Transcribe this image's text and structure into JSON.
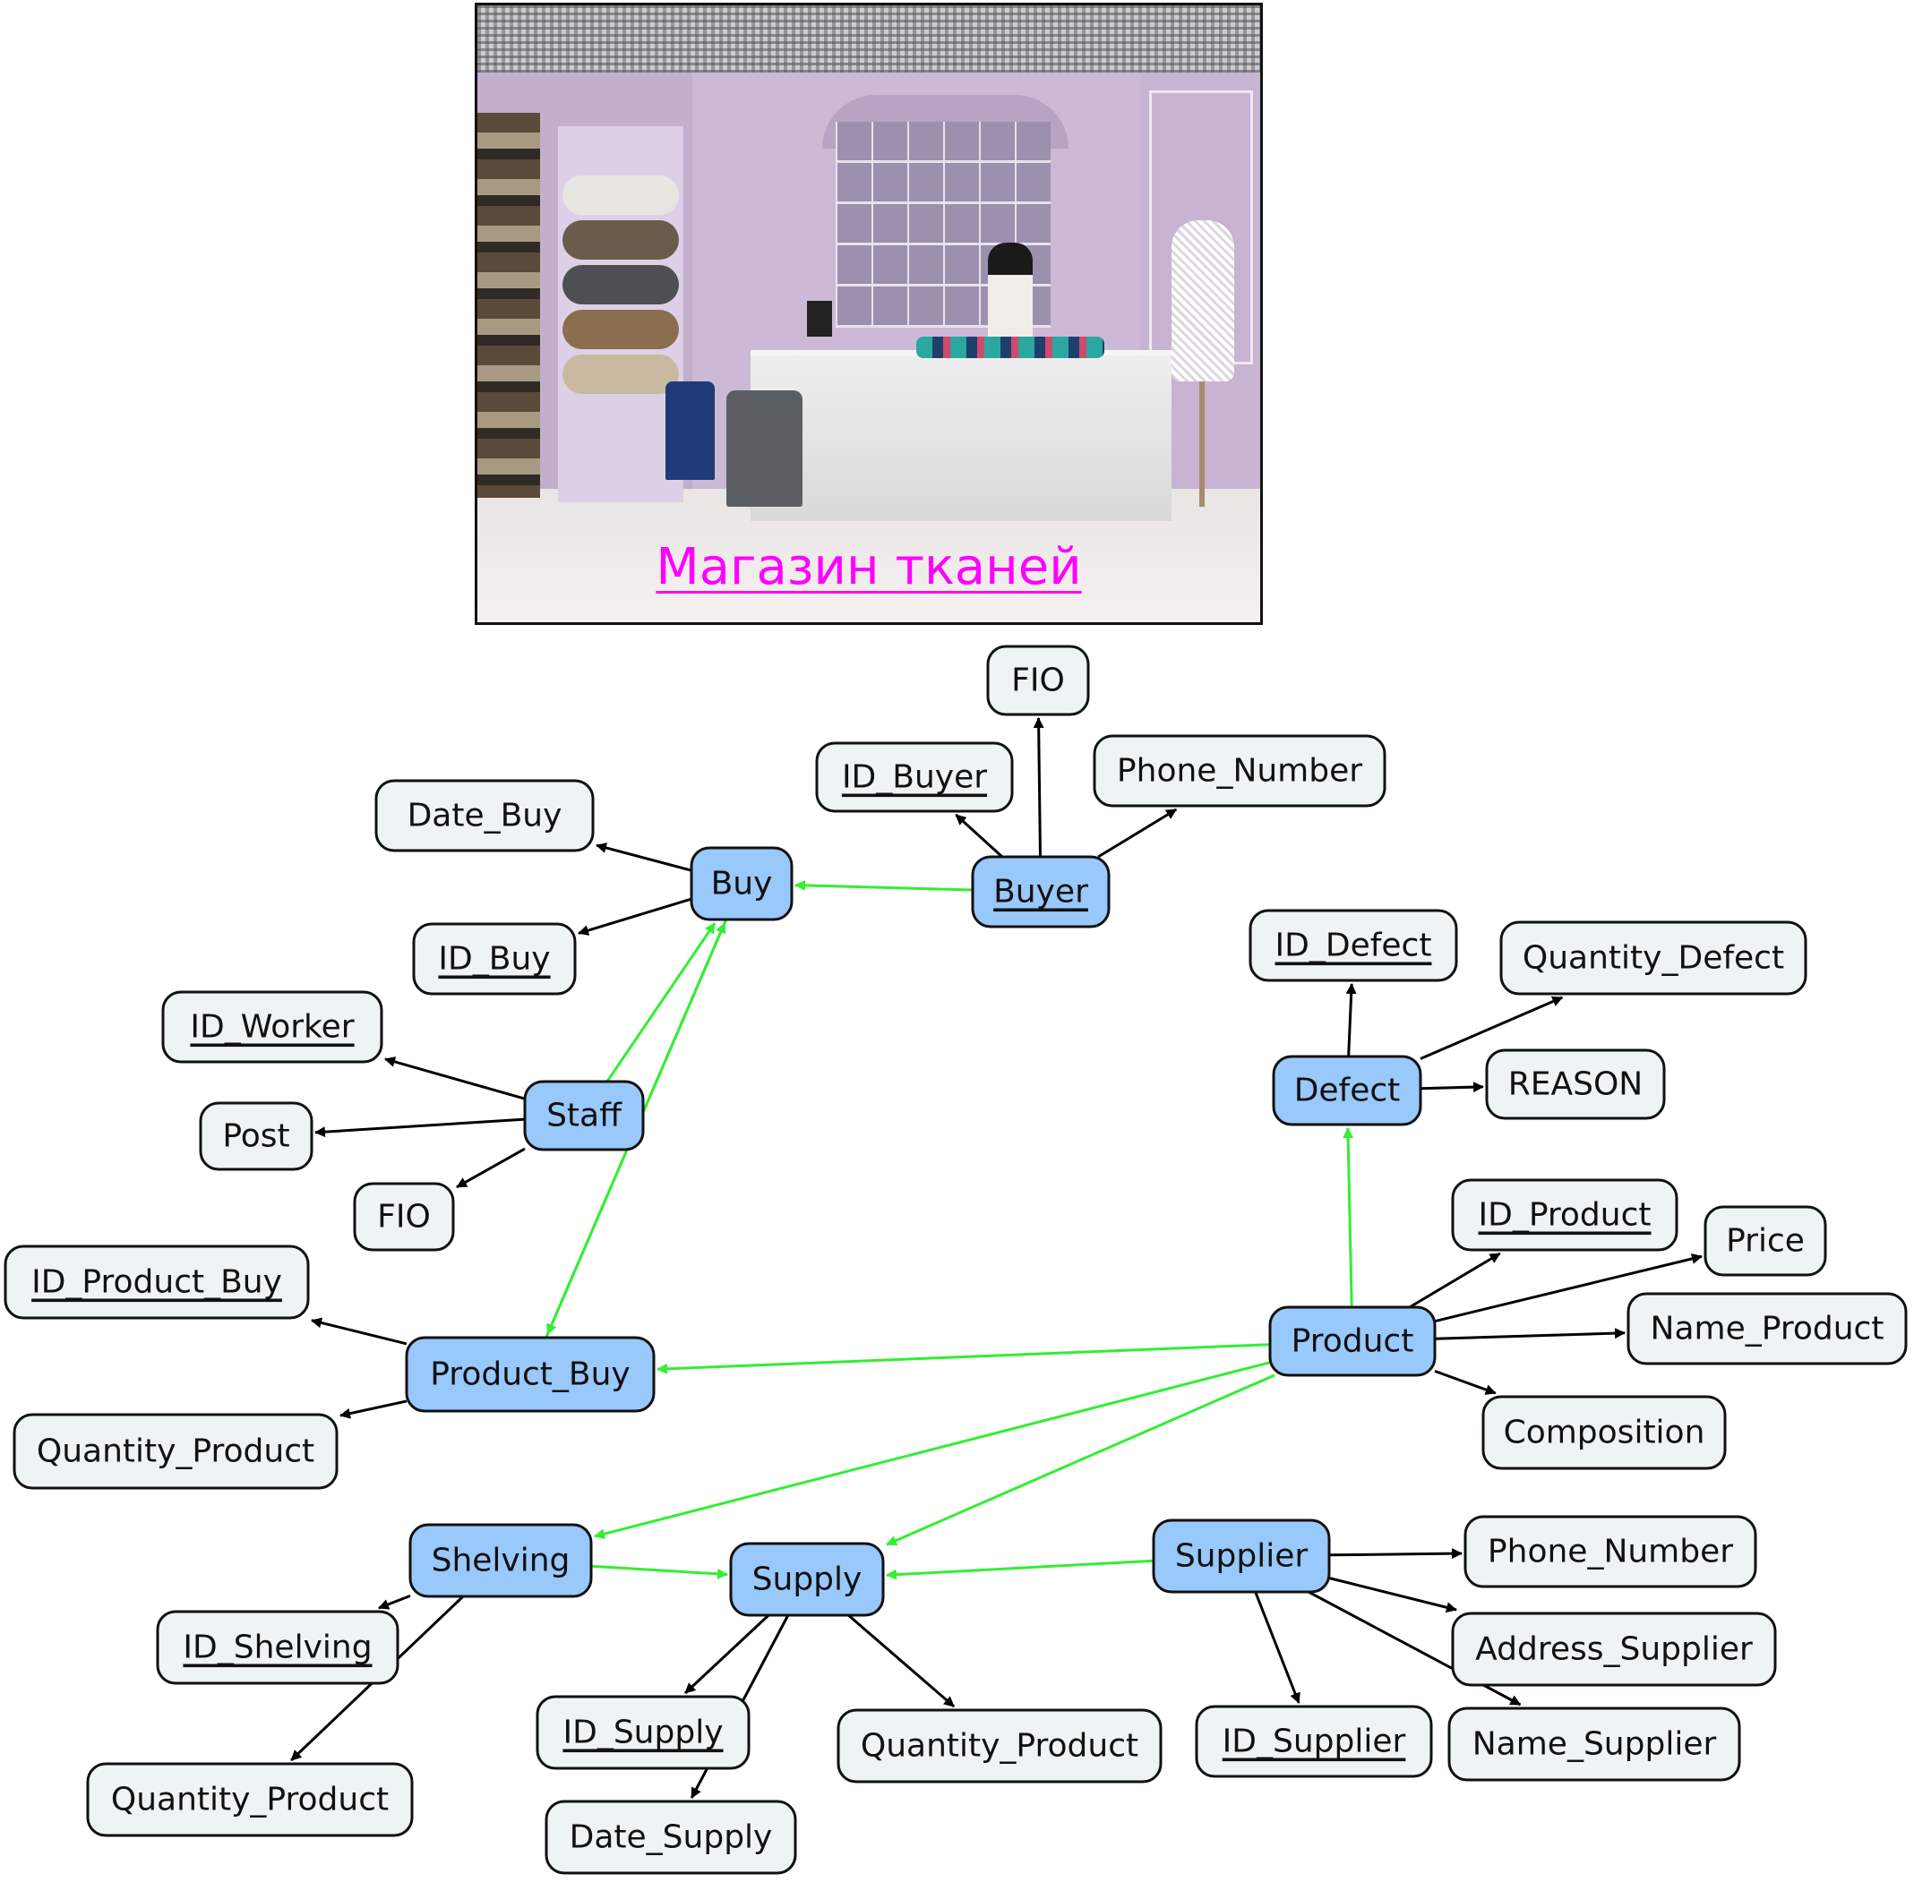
{
  "photo": {
    "caption": "Магазин тканей",
    "caption_color": "#ff00ff",
    "description_colors": {
      "wall": "#cbb9d6",
      "border": "#111111"
    }
  },
  "colors": {
    "entity_fill": "#99c8fb",
    "attribute_fill": "#eef3f4",
    "relation_edge": "#33ee33",
    "attribute_edge": "#000000"
  },
  "nodes": [
    {
      "id": "fio_buyer",
      "label": "FIO",
      "kind": "attribute",
      "key": false
    },
    {
      "id": "id_buyer",
      "label": "ID_Buyer",
      "kind": "attribute",
      "key": true
    },
    {
      "id": "phone_buyer",
      "label": "Phone_Number",
      "kind": "attribute",
      "key": false
    },
    {
      "id": "date_buy",
      "label": "Date_Buy",
      "kind": "attribute",
      "key": false
    },
    {
      "id": "buy",
      "label": "Buy",
      "kind": "entity",
      "key": false
    },
    {
      "id": "buyer",
      "label": "Buyer",
      "kind": "entity",
      "key": true
    },
    {
      "id": "id_buy",
      "label": "ID_Buy",
      "kind": "attribute",
      "key": true
    },
    {
      "id": "id_defect",
      "label": "ID_Defect",
      "kind": "attribute",
      "key": true
    },
    {
      "id": "quantity_defect",
      "label": "Quantity_Defect",
      "kind": "attribute",
      "key": false
    },
    {
      "id": "id_worker",
      "label": "ID_Worker",
      "kind": "attribute",
      "key": true
    },
    {
      "id": "defect",
      "label": "Defect",
      "kind": "entity",
      "key": false
    },
    {
      "id": "reason",
      "label": "REASON",
      "kind": "attribute",
      "key": false
    },
    {
      "id": "staff",
      "label": "Staff",
      "kind": "entity",
      "key": false
    },
    {
      "id": "post",
      "label": "Post",
      "kind": "attribute",
      "key": false
    },
    {
      "id": "fio_staff",
      "label": "FIO",
      "kind": "attribute",
      "key": false
    },
    {
      "id": "id_product",
      "label": "ID_Product",
      "kind": "attribute",
      "key": true
    },
    {
      "id": "price",
      "label": "Price",
      "kind": "attribute",
      "key": false
    },
    {
      "id": "id_product_buy",
      "label": "ID_Product_Buy",
      "kind": "attribute",
      "key": true
    },
    {
      "id": "name_product",
      "label": "Name_Product",
      "kind": "attribute",
      "key": false
    },
    {
      "id": "product",
      "label": "Product",
      "kind": "entity",
      "key": false
    },
    {
      "id": "product_buy",
      "label": "Product_Buy",
      "kind": "entity",
      "key": false
    },
    {
      "id": "composition",
      "label": "Composition",
      "kind": "attribute",
      "key": false
    },
    {
      "id": "quantity_product_pb",
      "label": "Quantity_Product",
      "kind": "attribute",
      "key": false
    },
    {
      "id": "shelving",
      "label": "Shelving",
      "kind": "entity",
      "key": false
    },
    {
      "id": "supply",
      "label": "Supply",
      "kind": "entity",
      "key": false
    },
    {
      "id": "supplier",
      "label": "Supplier",
      "kind": "entity",
      "key": false
    },
    {
      "id": "phone_supplier",
      "label": "Phone_Number",
      "kind": "attribute",
      "key": false
    },
    {
      "id": "id_shelving",
      "label": "ID_Shelving",
      "kind": "attribute",
      "key": true
    },
    {
      "id": "address_supplier",
      "label": "Address_Supplier",
      "kind": "attribute",
      "key": false
    },
    {
      "id": "id_supply",
      "label": "ID_Supply",
      "kind": "attribute",
      "key": true
    },
    {
      "id": "quantity_product_supply",
      "label": "Quantity_Product",
      "kind": "attribute",
      "key": false
    },
    {
      "id": "id_supplier",
      "label": "ID_Supplier",
      "kind": "attribute",
      "key": true
    },
    {
      "id": "name_supplier",
      "label": "Name_Supplier",
      "kind": "attribute",
      "key": false
    },
    {
      "id": "quantity_product_shelving",
      "label": "Quantity_Product",
      "kind": "attribute",
      "key": false
    },
    {
      "id": "date_supply",
      "label": "Date_Supply",
      "kind": "attribute",
      "key": false
    }
  ],
  "edges": [
    {
      "from": "buyer",
      "to": "buy",
      "type": "relation"
    },
    {
      "from": "buyer",
      "to": "fio_buyer",
      "type": "attribute"
    },
    {
      "from": "buyer",
      "to": "id_buyer",
      "type": "attribute"
    },
    {
      "from": "buyer",
      "to": "phone_buyer",
      "type": "attribute"
    },
    {
      "from": "buy",
      "to": "date_buy",
      "type": "attribute"
    },
    {
      "from": "buy",
      "to": "id_buy",
      "type": "attribute"
    },
    {
      "from": "staff",
      "to": "buy",
      "type": "relation"
    },
    {
      "from": "buy",
      "to": "product_buy",
      "type": "relation"
    },
    {
      "from": "staff",
      "to": "id_worker",
      "type": "attribute"
    },
    {
      "from": "staff",
      "to": "post",
      "type": "attribute"
    },
    {
      "from": "staff",
      "to": "fio_staff",
      "type": "attribute"
    },
    {
      "from": "defect",
      "to": "id_defect",
      "type": "attribute"
    },
    {
      "from": "defect",
      "to": "quantity_defect",
      "type": "attribute"
    },
    {
      "from": "defect",
      "to": "reason",
      "type": "attribute"
    },
    {
      "from": "product",
      "to": "defect",
      "type": "relation"
    },
    {
      "from": "product",
      "to": "id_product",
      "type": "attribute"
    },
    {
      "from": "product",
      "to": "price",
      "type": "attribute"
    },
    {
      "from": "product",
      "to": "name_product",
      "type": "attribute"
    },
    {
      "from": "product",
      "to": "composition",
      "type": "attribute"
    },
    {
      "from": "product",
      "to": "product_buy",
      "type": "relation"
    },
    {
      "from": "product",
      "to": "shelving",
      "type": "relation"
    },
    {
      "from": "product",
      "to": "supply",
      "type": "relation"
    },
    {
      "from": "product_buy",
      "to": "id_product_buy",
      "type": "attribute"
    },
    {
      "from": "product_buy",
      "to": "quantity_product_pb",
      "type": "attribute"
    },
    {
      "from": "shelving",
      "to": "supply",
      "type": "relation"
    },
    {
      "from": "supplier",
      "to": "supply",
      "type": "relation"
    },
    {
      "from": "shelving",
      "to": "id_shelving",
      "type": "attribute"
    },
    {
      "from": "shelving",
      "to": "quantity_product_shelving",
      "type": "attribute"
    },
    {
      "from": "supply",
      "to": "id_supply",
      "type": "attribute"
    },
    {
      "from": "supply",
      "to": "date_supply",
      "type": "attribute"
    },
    {
      "from": "supply",
      "to": "quantity_product_supply",
      "type": "attribute"
    },
    {
      "from": "supplier",
      "to": "phone_supplier",
      "type": "attribute"
    },
    {
      "from": "supplier",
      "to": "address_supplier",
      "type": "attribute"
    },
    {
      "from": "supplier",
      "to": "id_supplier",
      "type": "attribute"
    },
    {
      "from": "supplier",
      "to": "name_supplier",
      "type": "attribute"
    }
  ]
}
